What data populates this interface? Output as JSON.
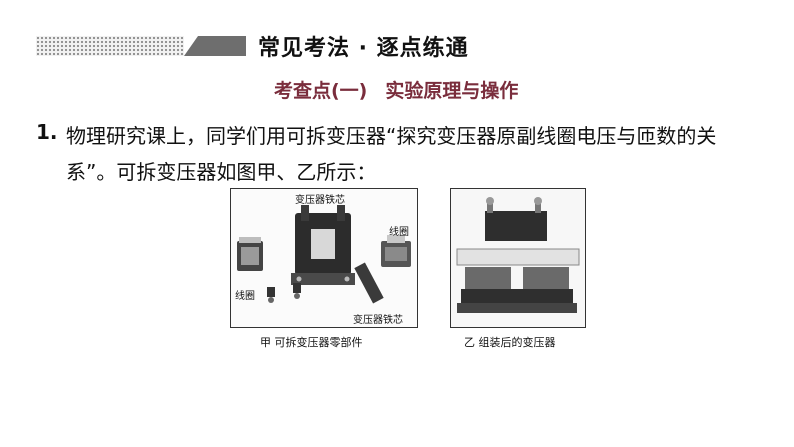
{
  "header": {
    "section_title": "常见考法 · 逐点练通",
    "subsection_label": "考查点(一)",
    "subsection_topic": "实验原理与操作"
  },
  "question": {
    "number": "1.",
    "text": "物理研究课上，同学们用可拆变压器“探究变压器原副线圈电压与匝数的关系”。可拆变压器如图甲、乙所示："
  },
  "figures": {
    "jia": {
      "caption": "甲  可拆变压器零部件",
      "labels": {
        "core_top": "变压器铁芯",
        "coil_right": "线圈",
        "coil_left": "线圈",
        "core_bottom": "变压器铁芯"
      }
    },
    "yi": {
      "caption": "乙  组装后的变压器"
    }
  }
}
